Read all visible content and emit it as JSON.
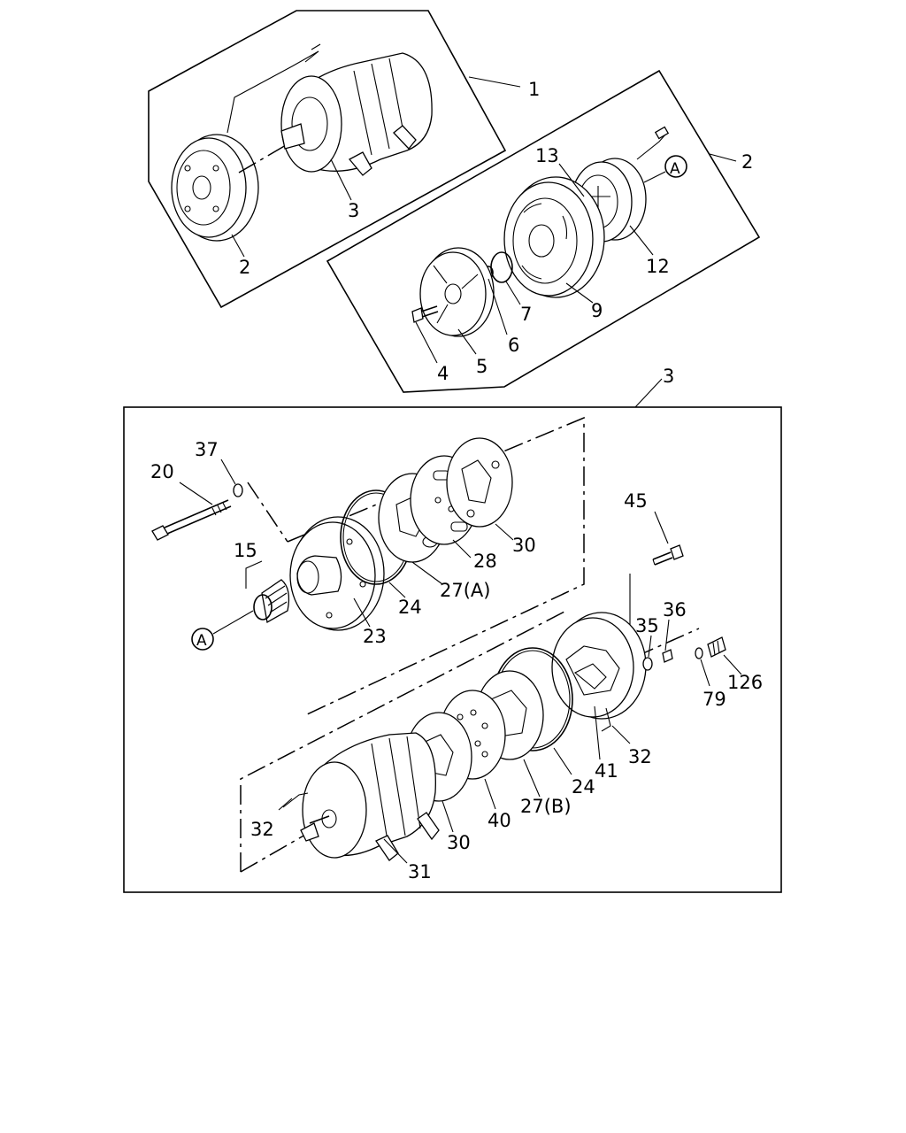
{
  "callouts": {
    "assembly_1": "1",
    "clutch_2_left": "2",
    "compressor_3_top": "3",
    "clutch_2_right": "2",
    "pulley_13": "13",
    "ref_a_top": "A",
    "coil_12": "12",
    "pulley_9": "9",
    "snap_7": "7",
    "shim_6": "6",
    "plate_5": "5",
    "bolt_4": "4",
    "compressor_3_box": "3",
    "washer_37": "37",
    "bolt_20": "20",
    "seal_15": "15",
    "ref_a_bottom": "A",
    "head_23": "23",
    "oring_24_top": "24",
    "gasket_27a": "27(A)",
    "valve_28": "28",
    "plate_30_top": "30",
    "bolt_45": "45",
    "plug_36": "36",
    "washer_35": "35",
    "washer_79": "79",
    "valve_126": "126",
    "cover_41": "41",
    "pin_32_right": "32",
    "oring_24_bottom": "24",
    "gasket_27b": "27(B)",
    "plate_40": "40",
    "plate_30_bottom": "30",
    "pin_32_left": "32",
    "body_31": "31"
  }
}
